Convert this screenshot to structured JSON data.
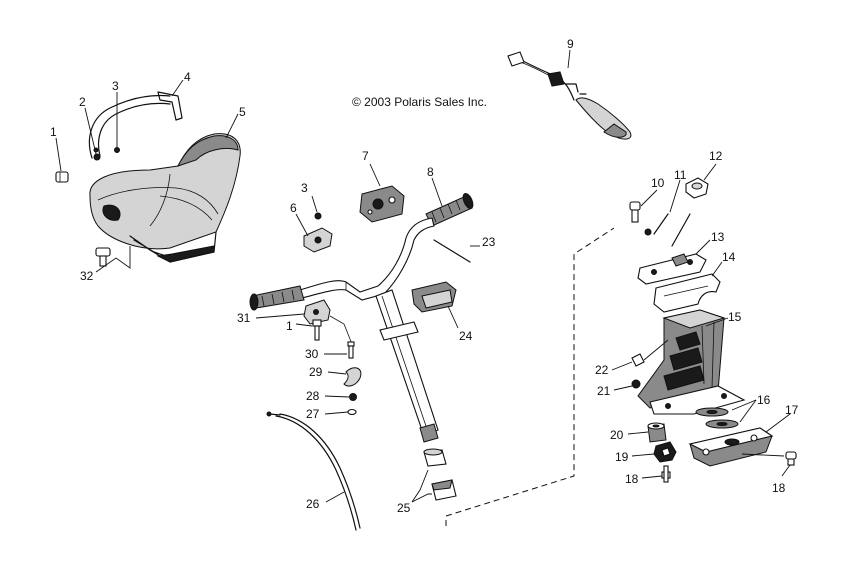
{
  "copyright": "© 2003 Polaris Sales Inc.",
  "callouts": {
    "c1a": "1",
    "c2": "2",
    "c3a": "3",
    "c4": "4",
    "c5": "5",
    "c32": "32",
    "c3b": "3",
    "c6": "6",
    "c7": "7",
    "c8": "8",
    "c23": "23",
    "c31": "31",
    "c1b": "1",
    "c30": "30",
    "c29": "29",
    "c28": "28",
    "c27": "27",
    "c24": "24",
    "c26": "26",
    "c25": "25",
    "c9": "9",
    "c10": "10",
    "c11": "11",
    "c12": "12",
    "c13": "13",
    "c14": "14",
    "c15": "15",
    "c22": "22",
    "c21": "21",
    "c16": "16",
    "c17": "17",
    "c20": "20",
    "c19": "19",
    "c18a": "18",
    "c18b": "18"
  }
}
